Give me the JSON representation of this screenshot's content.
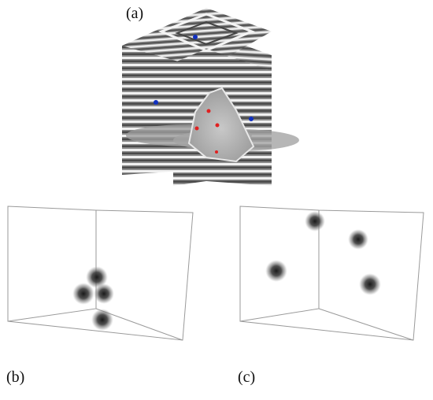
{
  "labels": {
    "a": "(a)",
    "b": "(b)",
    "c": "(c)"
  },
  "colors": {
    "seismic_light": "#e8e8e8",
    "seismic_dark": "#5a5a5a",
    "box_edge": "#9a9a9a",
    "point_red": "#e02020",
    "point_blue": "#1030c0",
    "blob": "#3a3a3a"
  },
  "icons": [
    "seismic-volume",
    "wireframe-box",
    "blurred-point"
  ]
}
